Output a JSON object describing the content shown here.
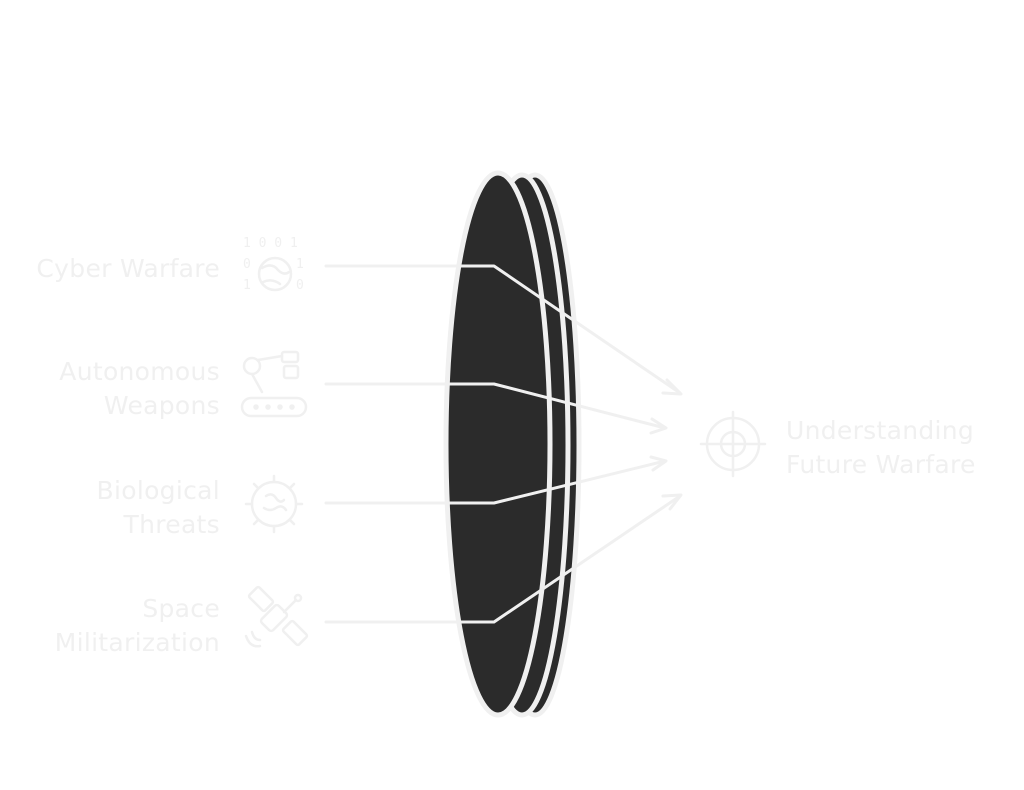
{
  "diagram": {
    "inputs": [
      {
        "lines": [
          "Cyber Warfare"
        ],
        "icon": "binary-globe-icon"
      },
      {
        "lines": [
          "Autonomous",
          "Weapons"
        ],
        "icon": "robot-arm-conveyor-icon"
      },
      {
        "lines": [
          "Biological",
          "Threats"
        ],
        "icon": "virus-icon"
      },
      {
        "lines": [
          "Space",
          "Militarization"
        ],
        "icon": "satellite-icon"
      }
    ],
    "output": {
      "lines": [
        "Understanding",
        "Future Warfare"
      ],
      "icon": "crosshair-target-icon"
    },
    "colors": {
      "lens": "#2b2b2b",
      "stroke": "#f0f0f0",
      "background": "#ffffff"
    }
  }
}
